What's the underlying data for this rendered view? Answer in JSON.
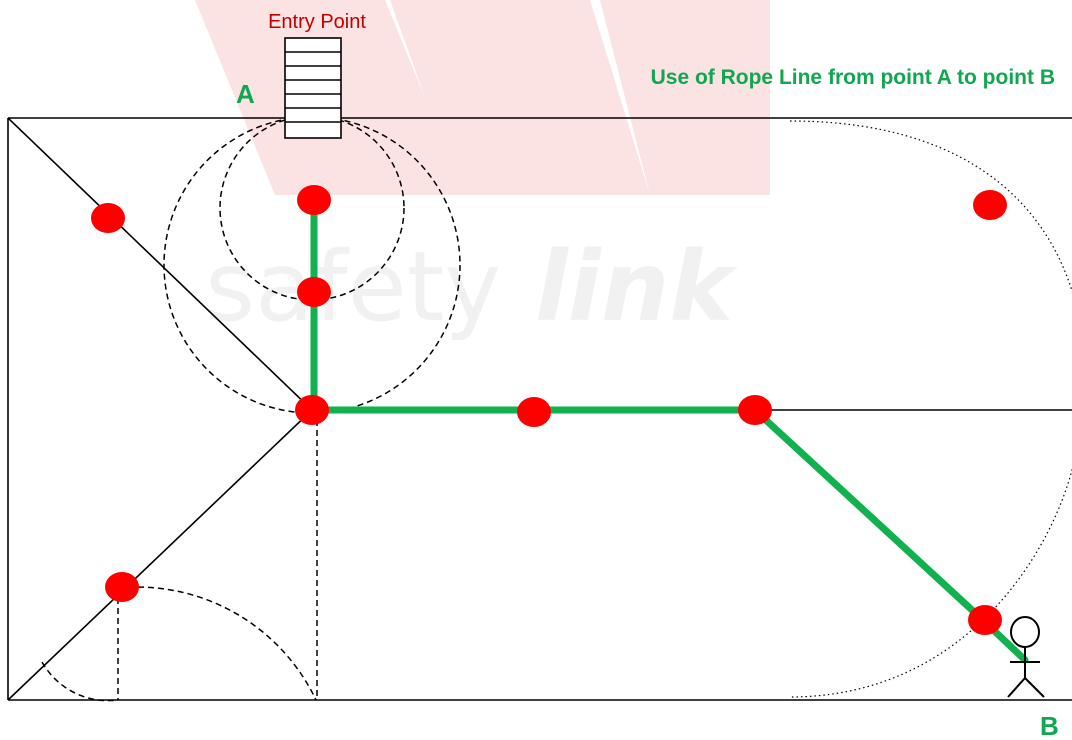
{
  "entry_label": "Entry Point",
  "point_a": "A",
  "point_b": "B",
  "title": "Use of Rope Line from point A to point B",
  "watermark": {
    "light": "safety",
    "bold": "link"
  },
  "colors": {
    "rope": "#11b14e",
    "anchor": "#ff0000",
    "label_green": "#11a650",
    "entry_label": "#c00000",
    "watermark": "#fbe3e3"
  },
  "icons": [
    "ladder-icon",
    "person-icon"
  ]
}
